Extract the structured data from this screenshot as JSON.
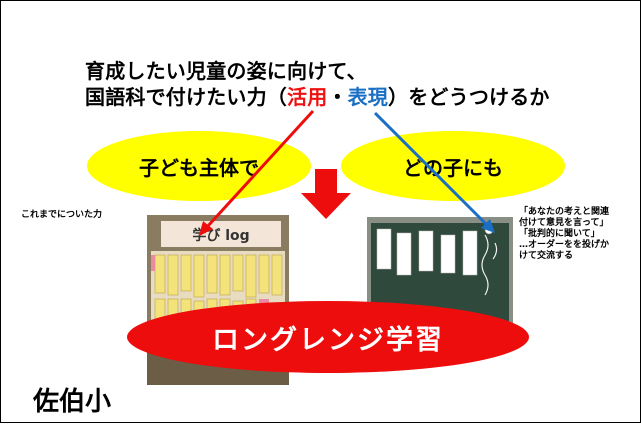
{
  "title": {
    "line1": "育成したい児童の姿に向けて、",
    "line2_pre": "国語科で付けたい力（",
    "line2_red": "活用",
    "line2_mid": "・",
    "line2_blue": "表現",
    "line2_post": "）をどうつけるか"
  },
  "bubbles": {
    "left": "子ども主体で",
    "right": "どの子にも"
  },
  "notes": {
    "left": "これまでについた力",
    "right_lines": [
      "「あなたの考えと関連",
      "付けて意見を言って」",
      "「批判的に聞いて」",
      "…オーダーをを投げか",
      "けて交流する"
    ]
  },
  "photo_left": {
    "sign": "学び log"
  },
  "main_label": "ロングレンジ学習",
  "school_name": "佐伯小",
  "colors": {
    "accent_red": "#ee0d0d",
    "accent_blue": "#1a6fc4",
    "bubble_yellow": "#ffff00"
  }
}
